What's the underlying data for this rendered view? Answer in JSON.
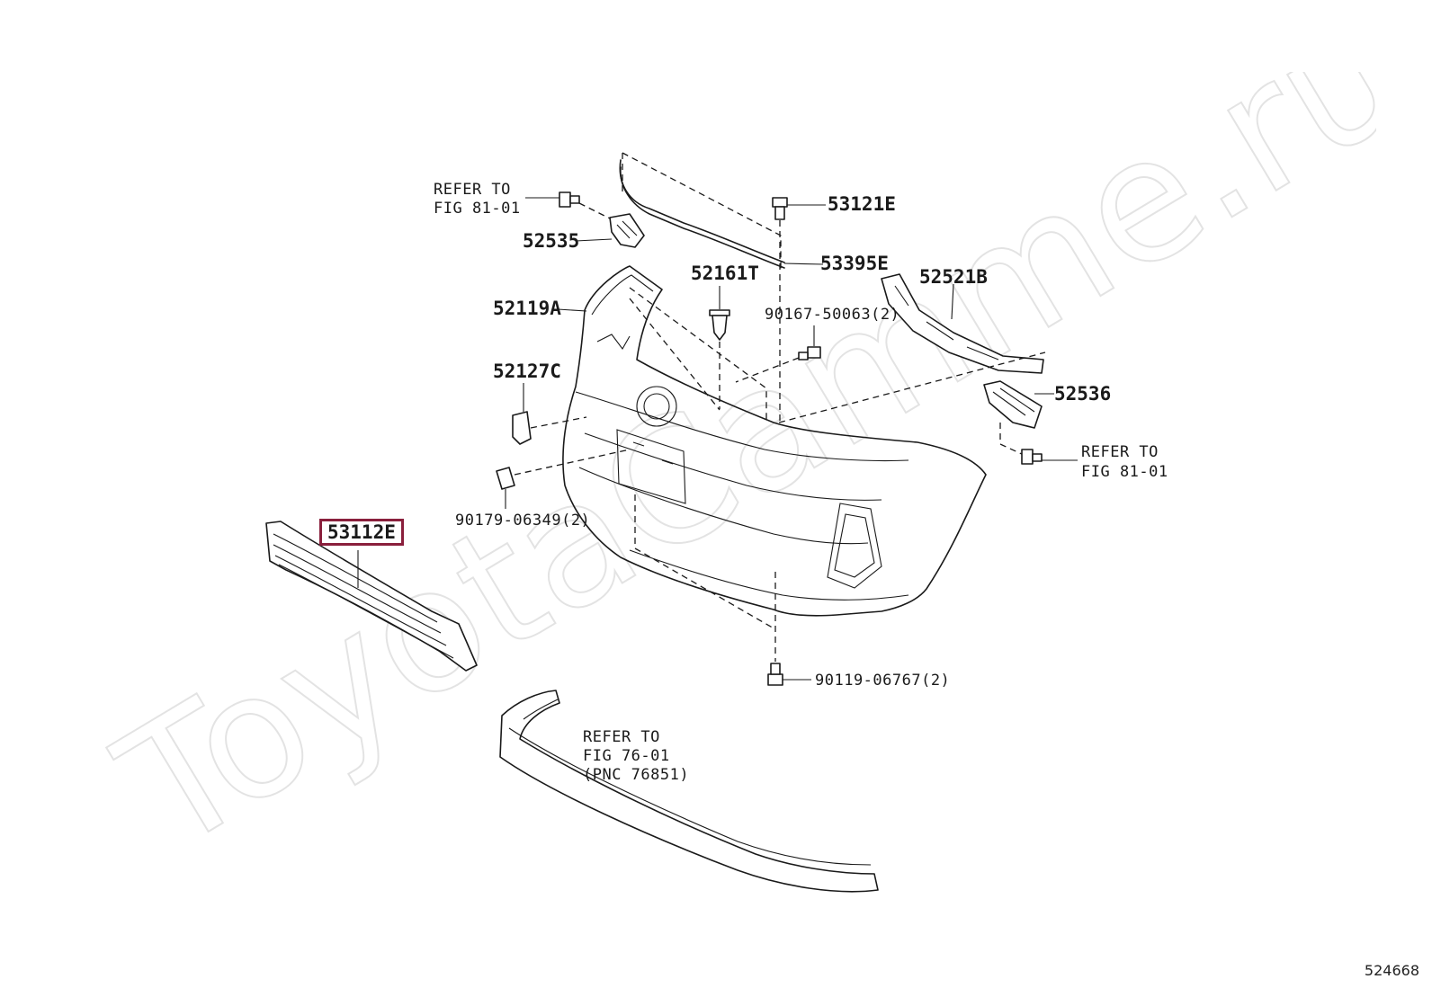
{
  "watermark": {
    "text": "ToyotaCamme.ru",
    "color": "#e6e6e6"
  },
  "image_id": "524668",
  "highlight_color": "#8a1f3c",
  "callouts": {
    "refer_left_a": "REFER TO",
    "refer_left_b": "FIG 81-01",
    "p52535": "52535",
    "p53121E": "53121E",
    "p53395E": "53395E",
    "p52161T": "52161T",
    "p52521B": "52521B",
    "p52119A": "52119A",
    "p90167": "90167-50063(2)",
    "p52127C": "52127C",
    "p52536": "52536",
    "refer_right_a": "REFER TO",
    "refer_right_b": "FIG 81-01",
    "p90179": "90179-06349(2)",
    "p53112E": "53112E",
    "p90119": "90119-06767(2)",
    "refer_bottom_a": "REFER TO",
    "refer_bottom_b": "FIG 76-01",
    "refer_bottom_c": "(PNC 76851)"
  },
  "icons": [
    "bolt-icon",
    "clip-icon",
    "bracket-icon",
    "grille-icon",
    "bumper-cover-icon",
    "lower-spoiler-icon"
  ]
}
